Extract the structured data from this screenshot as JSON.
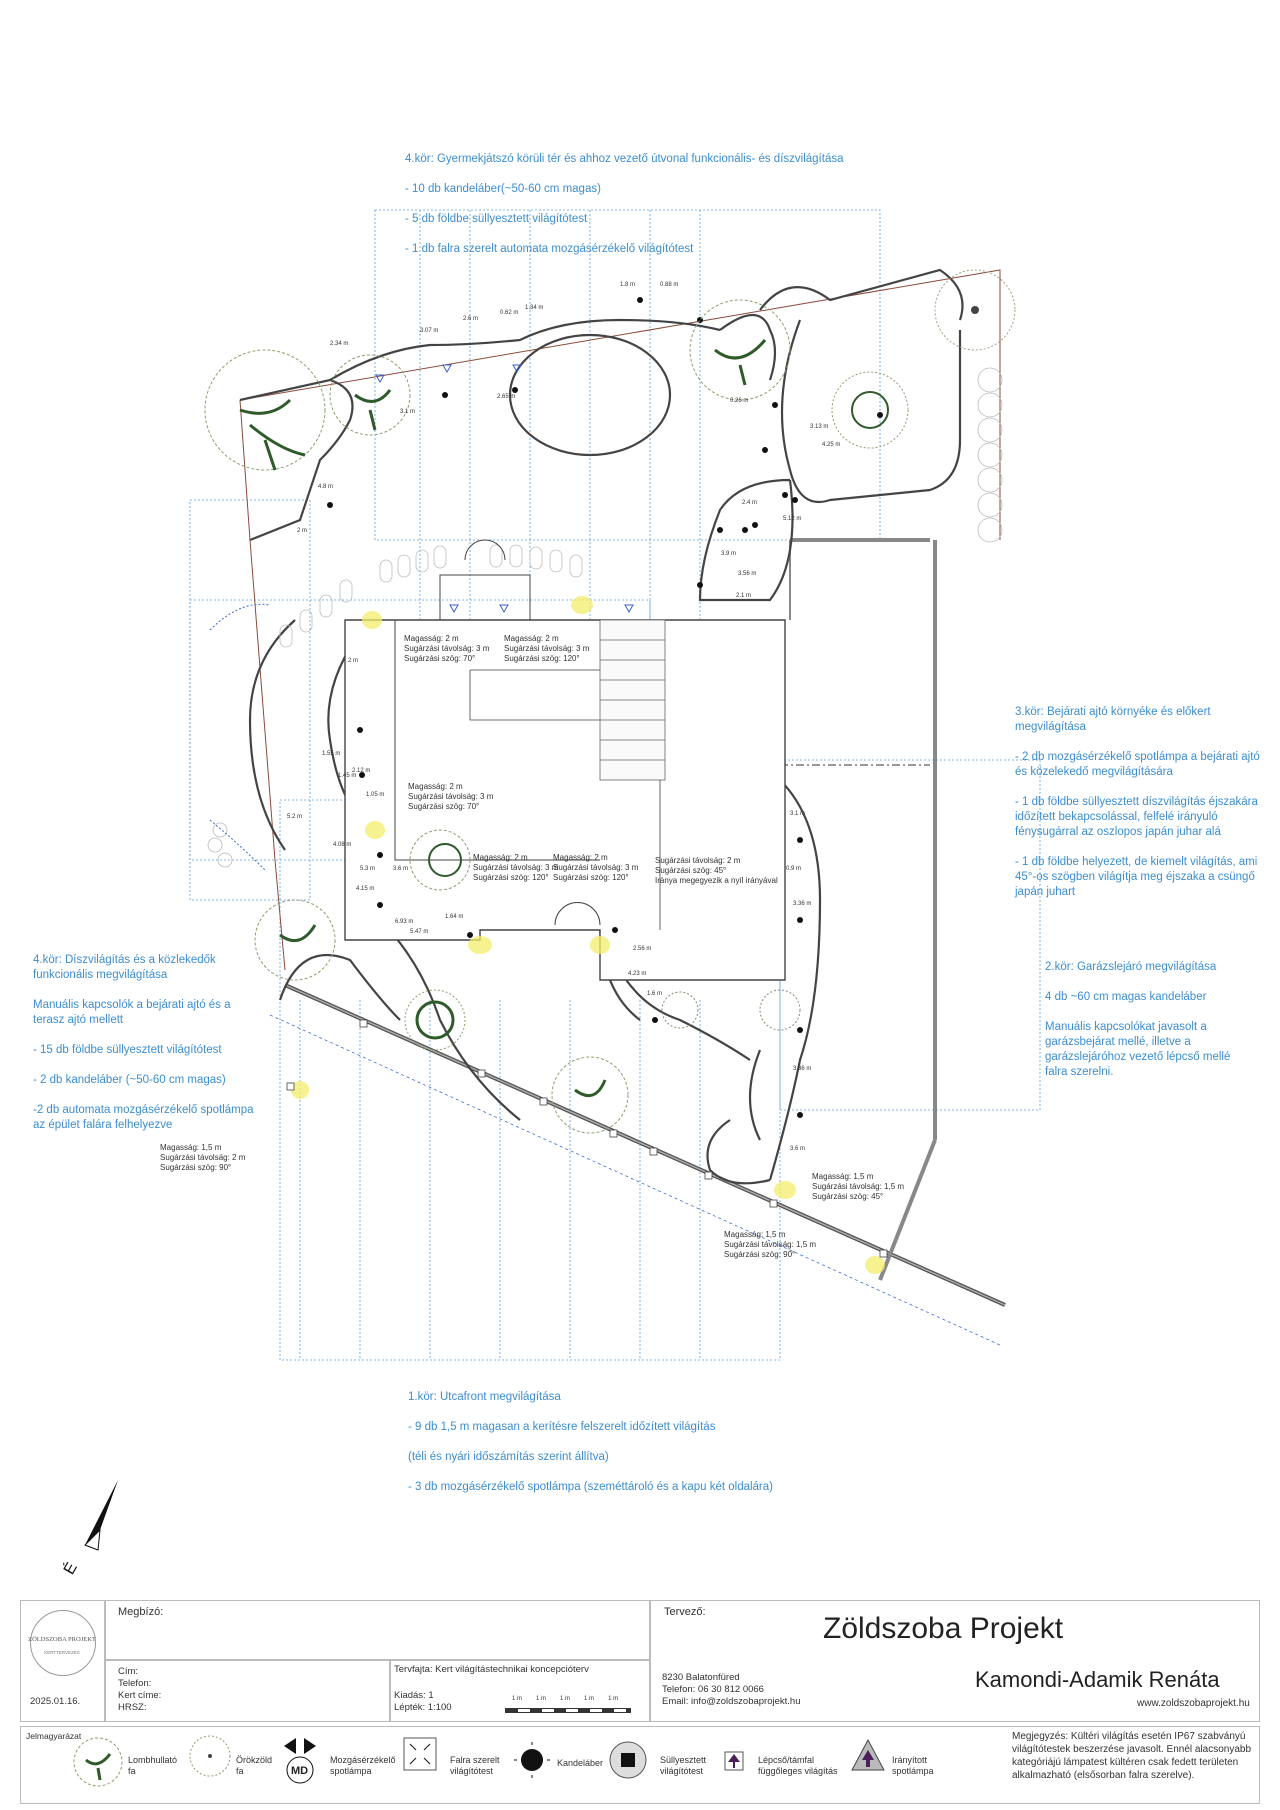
{
  "notes": {
    "circuit4_top": {
      "title": "4.kör: Gyermekjátszó körüli tér és ahhoz vezető útvonal funkcionális- és díszvilágítása",
      "lines": [
        "- 10 db kandeláber(~50-60 cm magas)",
        "- 5 db földbe süllyesztett világítótest",
        "- 1 db falra szerelt automata mozgásérzékelő világítótest"
      ]
    },
    "circuit3": {
      "title": "3.kör: Bejárati ajtó környéke és előkert megvilágítása",
      "lines": [
        "- 2 db mozgásérzékelő spotlámpa a bejárati ajtó és közelekedő megvilágítására",
        "- 1 db földbe süllyesztett díszvilágítás éjszakára időzített bekapcsolással, felfelé irányuló fénysugárral az oszlopos japán juhar alá",
        "- 1 db földbe helyezett, de kiemelt világítás, ami 45°-os szögben világítja meg éjszaka a csüngő japán juhart"
      ]
    },
    "circuit2": {
      "title": "2.kör: Garázslejáró megvilágítása",
      "lines": [
        "4 db ~60 cm magas kandeláber",
        "Manuális kapcsolókat javasolt a garázsbejárat mellé, illetve a garázslejáróhoz vezető lépcső mellé falra szerelni."
      ]
    },
    "circuit4_left": {
      "title": "4.kör: Díszvilágítás és a közlekedők funkcionális megvilágítása",
      "lines": [
        "Manuális kapcsolók a bejárati ajtó és a terasz ajtó mellett",
        "- 15 db földbe süllyesztett világítótest",
        "- 2 db kandeláber (~50-60 cm magas)",
        "-2 db automata mozgásérzékelő spotlámpa az épület falára felhelyezve"
      ]
    },
    "circuit1": {
      "title": "1.kör: Utcafront megvilágítása",
      "lines": [
        "- 9 db 1,5 m magasan a kerítésre felszerelt időzített világítás",
        "(téli és nyári időszámítás szerint állítva)",
        "- 3 db mozgásérzékelő spotlámpa (szeméttároló és a kapu két oldalára)"
      ]
    }
  },
  "specs": [
    {
      "id": "s1",
      "lines": [
        "Magasság: 2 m",
        "Sugárzási távolság: 3 m",
        "Sugárzási szög: 70°"
      ]
    },
    {
      "id": "s2",
      "lines": [
        "Magasság: 2 m",
        "Sugárzási távolság: 3 m",
        "Sugárzási szög: 120°"
      ]
    },
    {
      "id": "s3",
      "lines": [
        "Magasság: 2 m",
        "Sugárzási távolság: 3 m",
        "Sugárzási szög: 70°"
      ]
    },
    {
      "id": "s4",
      "lines": [
        "Magasság: 2 m",
        "Sugárzási távolság: 3 m",
        "Sugárzási szög: 120°"
      ]
    },
    {
      "id": "s5",
      "lines": [
        "Magasság: 2 m",
        "Sugárzási távolság: 3 m",
        "Sugárzási szög: 120°"
      ]
    },
    {
      "id": "s6",
      "lines": [
        "Sugárzási távolság: 2 m",
        "Sugárzási szög: 45°",
        "Iránya megegyezik a nyíl irányával"
      ]
    },
    {
      "id": "s7",
      "lines": [
        "Magasság: 1,5 m",
        "Sugárzási távolság: 2 m",
        "Sugárzási szög: 90°"
      ]
    },
    {
      "id": "s8",
      "lines": [
        "Magasság: 1,5 m",
        "Sugárzási távolság: 1,5 m",
        "Sugárzási szög: 45°"
      ]
    },
    {
      "id": "s9",
      "lines": [
        "Magasság: 1,5 m",
        "Sugárzási távolság: 1,5 m",
        "Sugárzási szög: 90°"
      ]
    }
  ],
  "dims": [
    "1.8 m",
    "0.88 m",
    "2.34 m",
    "3.07 m",
    "2.6 m",
    "0.62 m",
    "1.34 m",
    "2.65 m",
    "3.1 m",
    "0.26 m",
    "3.13 m",
    "4.25 m",
    "2.4 m",
    "5.12 m",
    "3.56 m",
    "3.9 m",
    "2.1 m",
    "4.8 m",
    "2 m",
    "2 m",
    "1.55 m",
    "1.45 m",
    "2.12 m",
    "1.05 m",
    "5.2 m",
    "4.08 m",
    "5.3 m",
    "4.15 m",
    "3.6 m",
    "6.93 m",
    "5.47 m",
    "1.64 m",
    "3.1 m",
    "0.9 m",
    "3.36 m",
    "3.36 m",
    "3.6 m",
    "4.23 m",
    "2.56 m",
    "1.6 m"
  ],
  "north": "É",
  "titleblock": {
    "logo_text": "ZÖLDSZOBA PROJEKT",
    "logo_sub": "KERTTERVEZÉS",
    "date": "2025.01.16.",
    "client_label": "Megbízó:",
    "address_labels": [
      "Cím:",
      "Telefon:",
      "Kert címe:",
      "HRSZ:"
    ],
    "plan_type": "Tervfajta: Kert világítástechnikai koncepcióterv",
    "edition": "Kiadás: 1",
    "scale": "Lépték: 1:100",
    "scale_marks": [
      "1 m",
      "1 m",
      "1 m",
      "1 m",
      "1 m"
    ],
    "designer_label": "Tervező:",
    "company": "Zöldszoba Projekt",
    "designer_contact": [
      "8230 Balatonfüred",
      "Telefon: 06 30 812 0066",
      "Email: info@zoldszobaprojekt.hu"
    ],
    "designer_name": "Kamondi-Adamik Renáta",
    "website": "www.zoldszobaprojekt.hu"
  },
  "legend": {
    "title": "Jelmagyarázat",
    "items": [
      {
        "label": "Lombhullató fa",
        "icon": "deciduous-tree-icon"
      },
      {
        "label": "Örökzöld fa",
        "icon": "evergreen-tree-icon"
      },
      {
        "label": "Mozgásérzékelő spotlámpa",
        "icon": "motion-spotlight-icon",
        "badge": "MD"
      },
      {
        "label": "Falra szerelt világítótest",
        "icon": "wall-light-icon"
      },
      {
        "label": "Kandeláber",
        "icon": "bollard-light-icon"
      },
      {
        "label": "Süllyesztett világítótest",
        "icon": "recessed-light-icon"
      },
      {
        "label": "Lépcső/támfal függőleges világítás",
        "icon": "step-light-icon"
      },
      {
        "label": "Irányított spotlámpa",
        "icon": "directed-spotlight-icon"
      }
    ],
    "note": "Megjegyzés: Kültéri világítás esetén IP67 szabványú világítótestek beszerzése javasolt. Ennél alacsonyabb kategóriájú lámpatest kültéren csak fedett területen alkalmazható (elsősorban falra szerelve)."
  },
  "colors": {
    "blue": "#3c8ed0",
    "ink": "#333333",
    "tree": "#4a7a3a",
    "lamp": "#f3ee6a"
  }
}
